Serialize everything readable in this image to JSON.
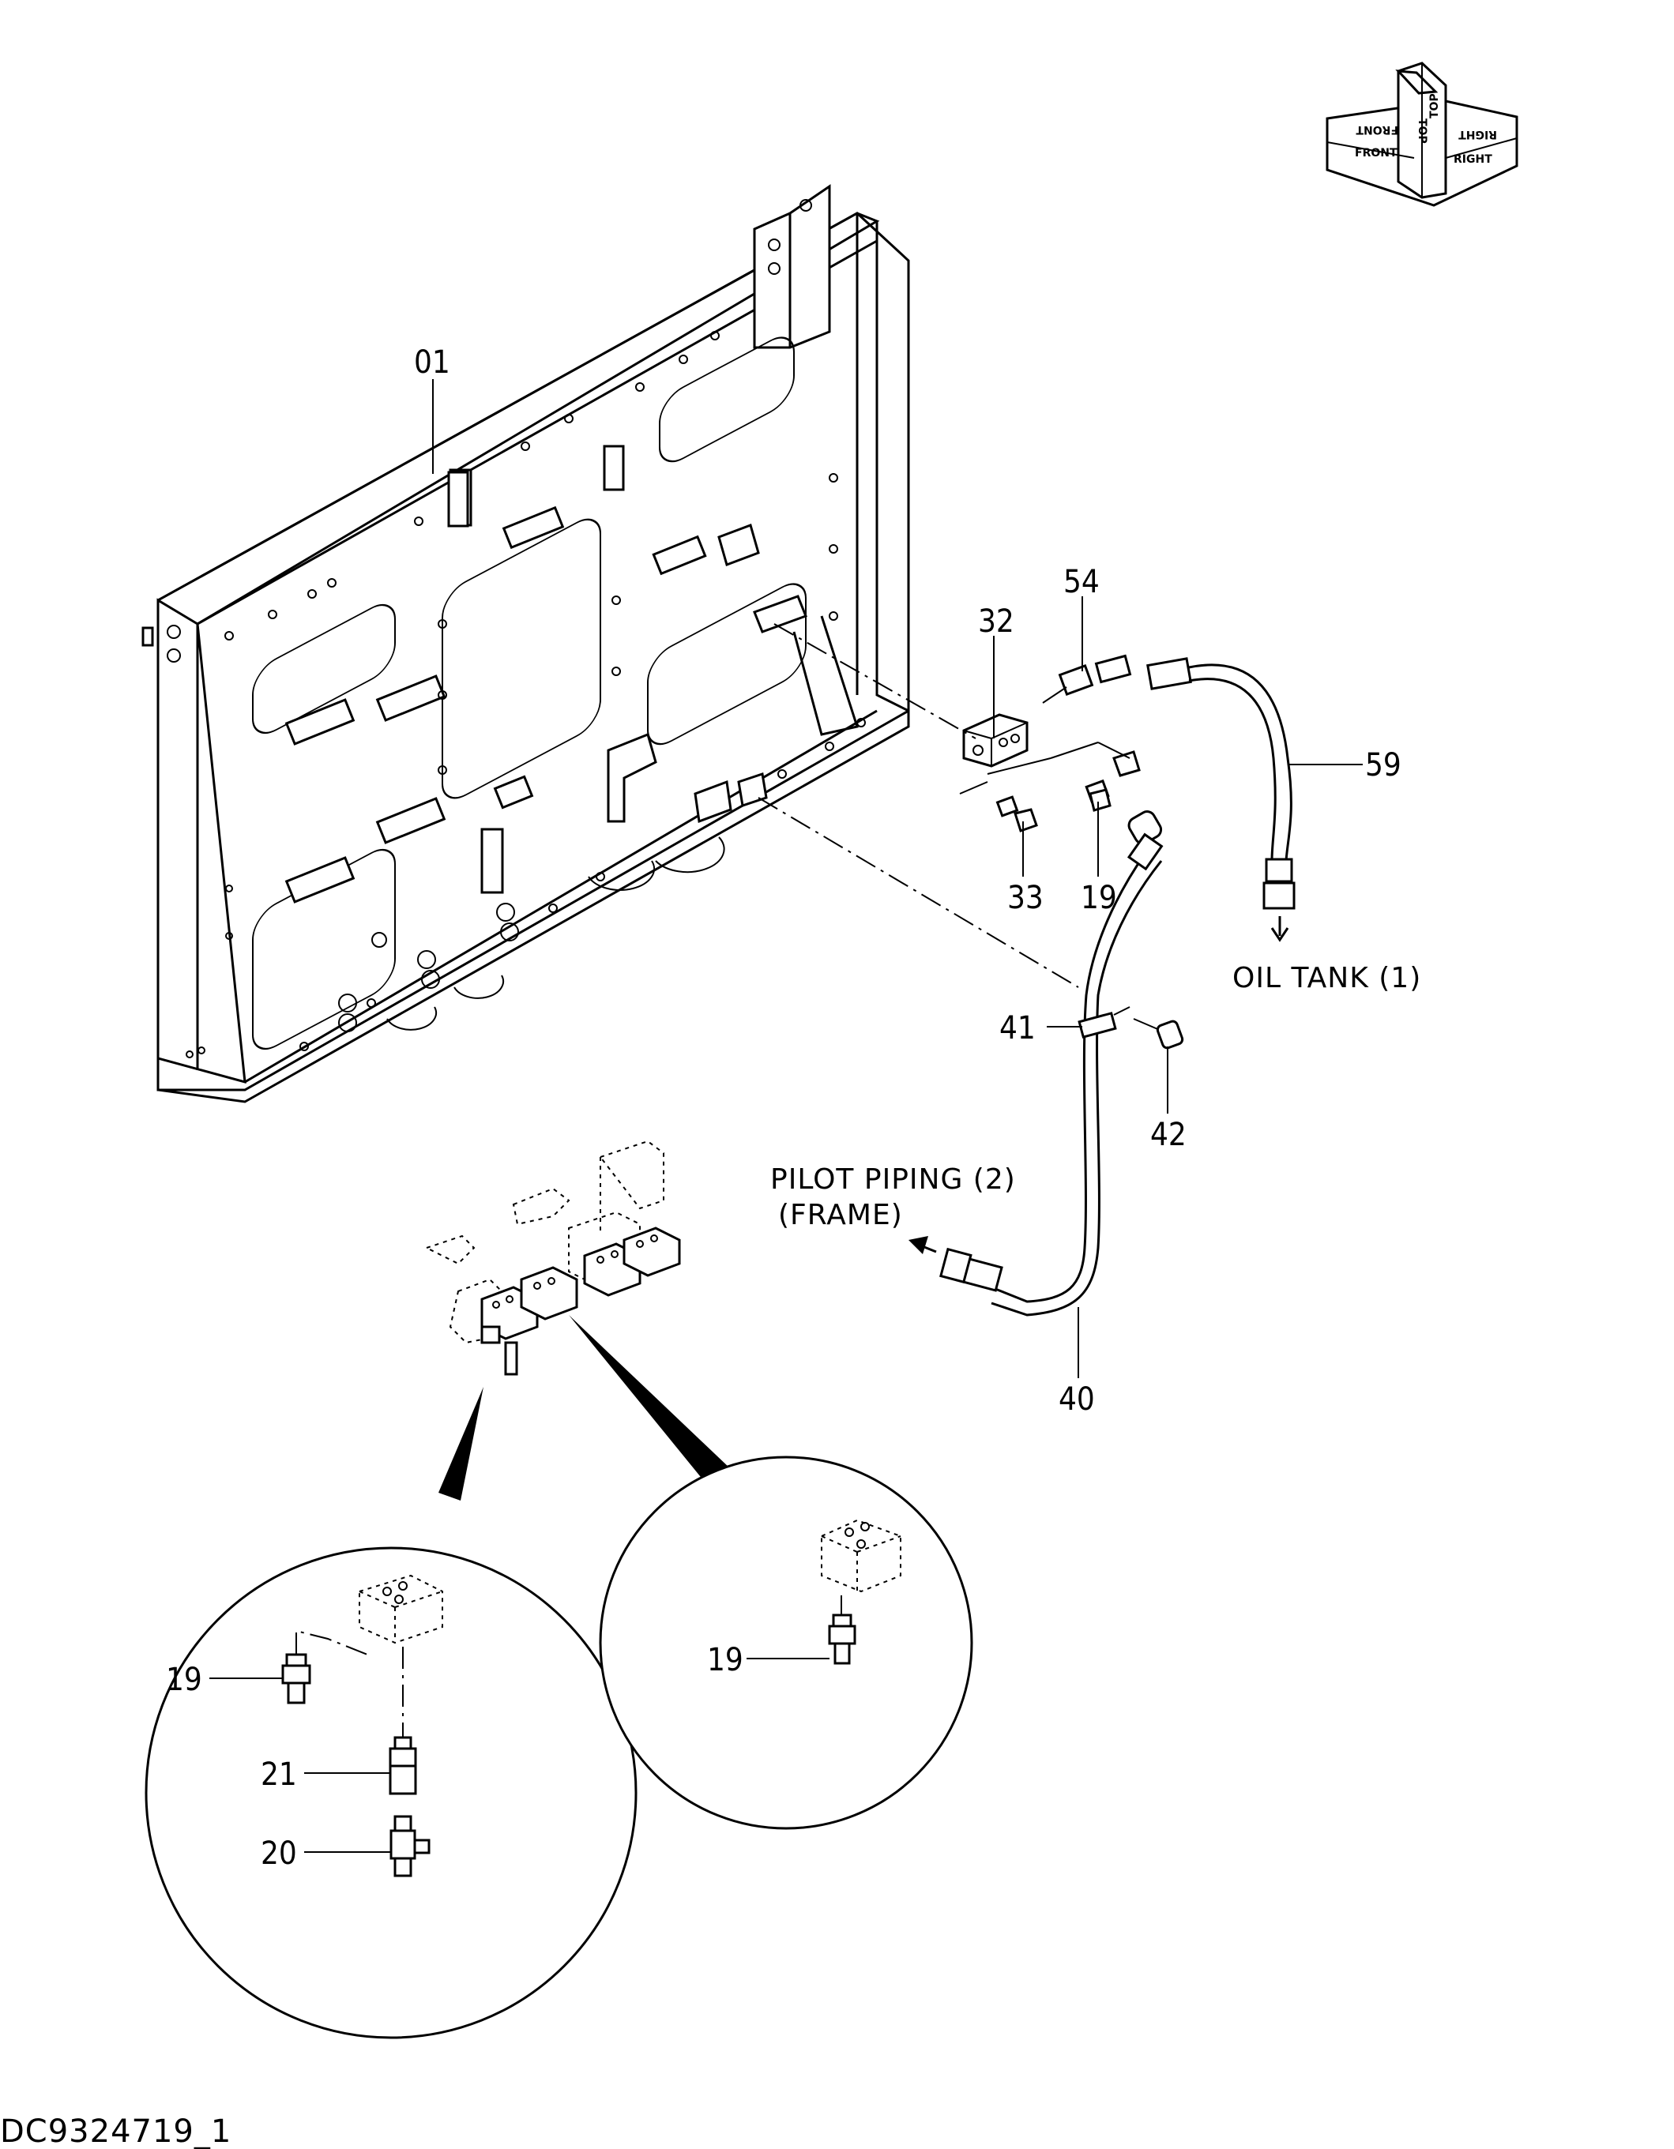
{
  "diagram_id": "DC9324719_1",
  "orientation_badge": {
    "labels": [
      "TOP",
      "FRONT",
      "RIGHT"
    ],
    "mirrored_labels": [
      "TOP",
      "FRONT",
      "RIGHT"
    ]
  },
  "part_labels": {
    "p01": "01",
    "p32": "32",
    "p54": "54",
    "p59": "59",
    "p33": "33",
    "p19a": "19",
    "p41": "41",
    "p42": "42",
    "p40": "40",
    "p19b": "19",
    "p21": "21",
    "p20": "20",
    "p19c": "19"
  },
  "notes": {
    "oil_tank": "OIL TANK (1)",
    "pilot_piping_line1": "PILOT PIPING (2)",
    "pilot_piping_line2": "(FRAME)"
  }
}
